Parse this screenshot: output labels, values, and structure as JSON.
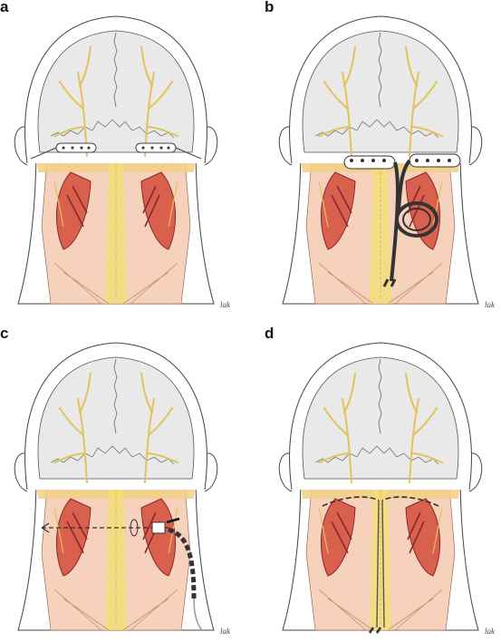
{
  "panels": [
    {
      "id": "a",
      "label": "a",
      "variant": "plates"
    },
    {
      "id": "b",
      "label": "b",
      "variant": "lead-coil"
    },
    {
      "id": "c",
      "label": "c",
      "variant": "tunneler"
    },
    {
      "id": "d",
      "label": "d",
      "variant": "leads-placed"
    }
  ],
  "signature": "lak",
  "colors": {
    "skull": "#e9e9e9",
    "skull_outline": "#555555",
    "nerve": "#e2c35a",
    "neck_skin": "#f6d2bd",
    "fascia": "#f4cf8a",
    "muscle": "#d9604d",
    "muscle_dark": "#8d2630",
    "midline": "#f3de7a",
    "plate": "#ffffff",
    "lead": "#333333"
  }
}
